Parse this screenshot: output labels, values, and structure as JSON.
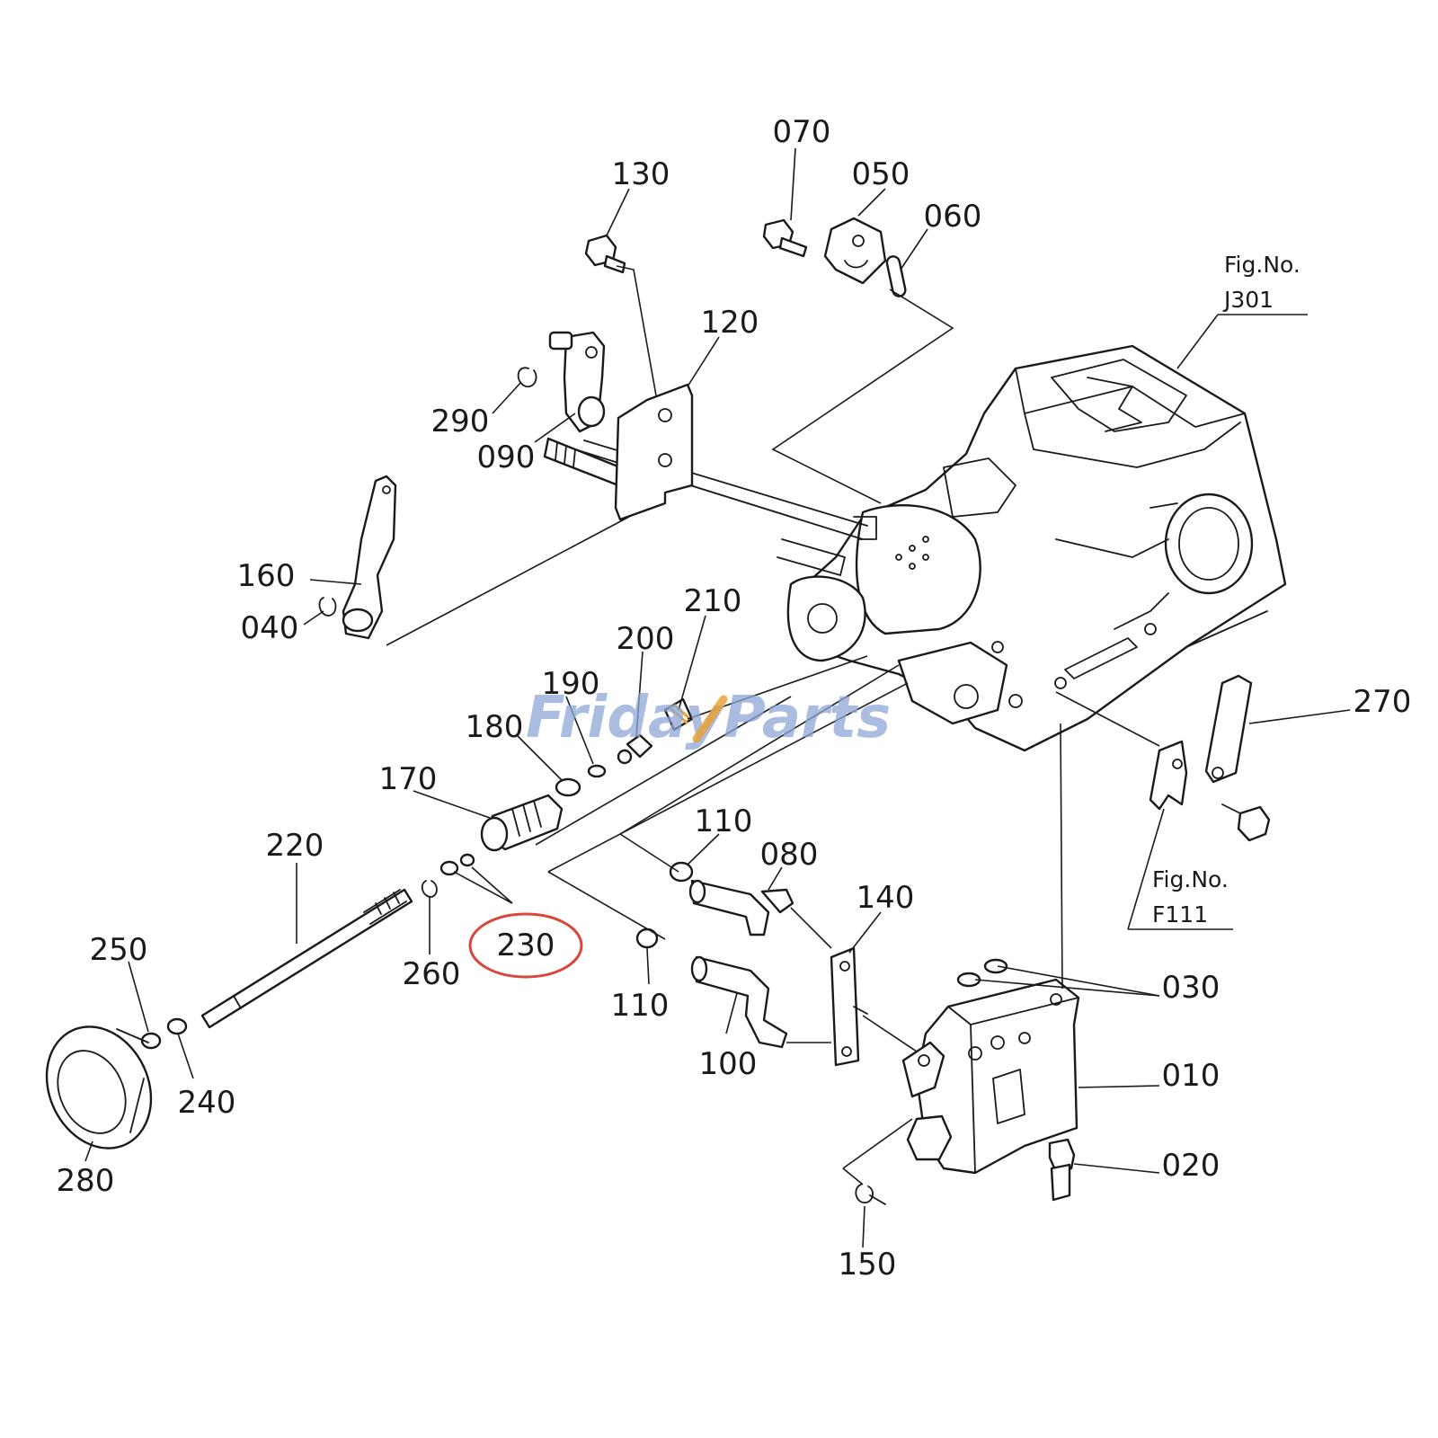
{
  "diagram": {
    "watermark": {
      "part1": "Friday",
      "part2": "Parts"
    },
    "figure_refs": [
      {
        "id": "j301",
        "caption": "Fig.No.",
        "number": "J301"
      },
      {
        "id": "f111",
        "caption": "Fig.No.",
        "number": "F111"
      }
    ],
    "highlighted_part": "230",
    "highlight_color": "#d9463a",
    "part_labels": [
      {
        "id": "p070",
        "text": "070"
      },
      {
        "id": "p050",
        "text": "050"
      },
      {
        "id": "p060",
        "text": "060"
      },
      {
        "id": "p130",
        "text": "130"
      },
      {
        "id": "p120",
        "text": "120"
      },
      {
        "id": "p290",
        "text": "290"
      },
      {
        "id": "p090",
        "text": "090"
      },
      {
        "id": "p160",
        "text": "160"
      },
      {
        "id": "p040",
        "text": "040"
      },
      {
        "id": "p210",
        "text": "210"
      },
      {
        "id": "p200",
        "text": "200"
      },
      {
        "id": "p190",
        "text": "190"
      },
      {
        "id": "p180",
        "text": "180"
      },
      {
        "id": "p170",
        "text": "170"
      },
      {
        "id": "p220",
        "text": "220"
      },
      {
        "id": "p230",
        "text": "230"
      },
      {
        "id": "p260",
        "text": "260"
      },
      {
        "id": "p250",
        "text": "250"
      },
      {
        "id": "p240",
        "text": "240"
      },
      {
        "id": "p280",
        "text": "280"
      },
      {
        "id": "p110a",
        "text": "110"
      },
      {
        "id": "p080",
        "text": "080"
      },
      {
        "id": "p140",
        "text": "140"
      },
      {
        "id": "p110b",
        "text": "110"
      },
      {
        "id": "p100",
        "text": "100"
      },
      {
        "id": "p270",
        "text": "270"
      },
      {
        "id": "p030",
        "text": "030"
      },
      {
        "id": "p010",
        "text": "010"
      },
      {
        "id": "p020",
        "text": "020"
      },
      {
        "id": "p150",
        "text": "150"
      }
    ]
  }
}
